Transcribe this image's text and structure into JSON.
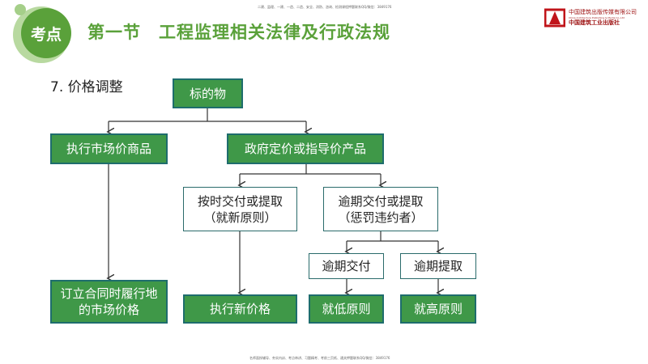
{
  "header": {
    "badge": "考点",
    "title": "第一节　工程监理相关法律及行政法规",
    "top_note": "二建、监理、一建、一造、二造、安全、消防、咨询、检测课程押题联系QQ/微信：3849176",
    "logo": {
      "line1": "中国建筑出版传媒有限公司",
      "line2": "China Architecture Publishing & Media Co.,Ltd",
      "line3": "中国建筑工业出版社",
      "color": "#c0141a"
    }
  },
  "section_title": "7. 价格调整",
  "diagram": {
    "root": "标的物",
    "market_goods": "执行市场价商品",
    "gov_goods": "政府定价或指导价产品",
    "ontime": [
      "按时交付或提取",
      "（就新原则）"
    ],
    "overdue": [
      "逾期交付或提取",
      "（惩罚违约者）"
    ],
    "overdue_delivery": "逾期交付",
    "overdue_pickup": "逾期提取",
    "contract_price": [
      "订立合同时履行地",
      "的市场价格"
    ],
    "new_price": "执行新价格",
    "lower_rule": "就低原则",
    "higher_rule": "就高原则",
    "colors": {
      "green": "#3f9848",
      "border": "#2a6b6b"
    }
  },
  "footer": "名师面授辅导、夯实内训、考点串讲、习题精考、考前三页纸、通关押题联系QQ/微信：3849176"
}
